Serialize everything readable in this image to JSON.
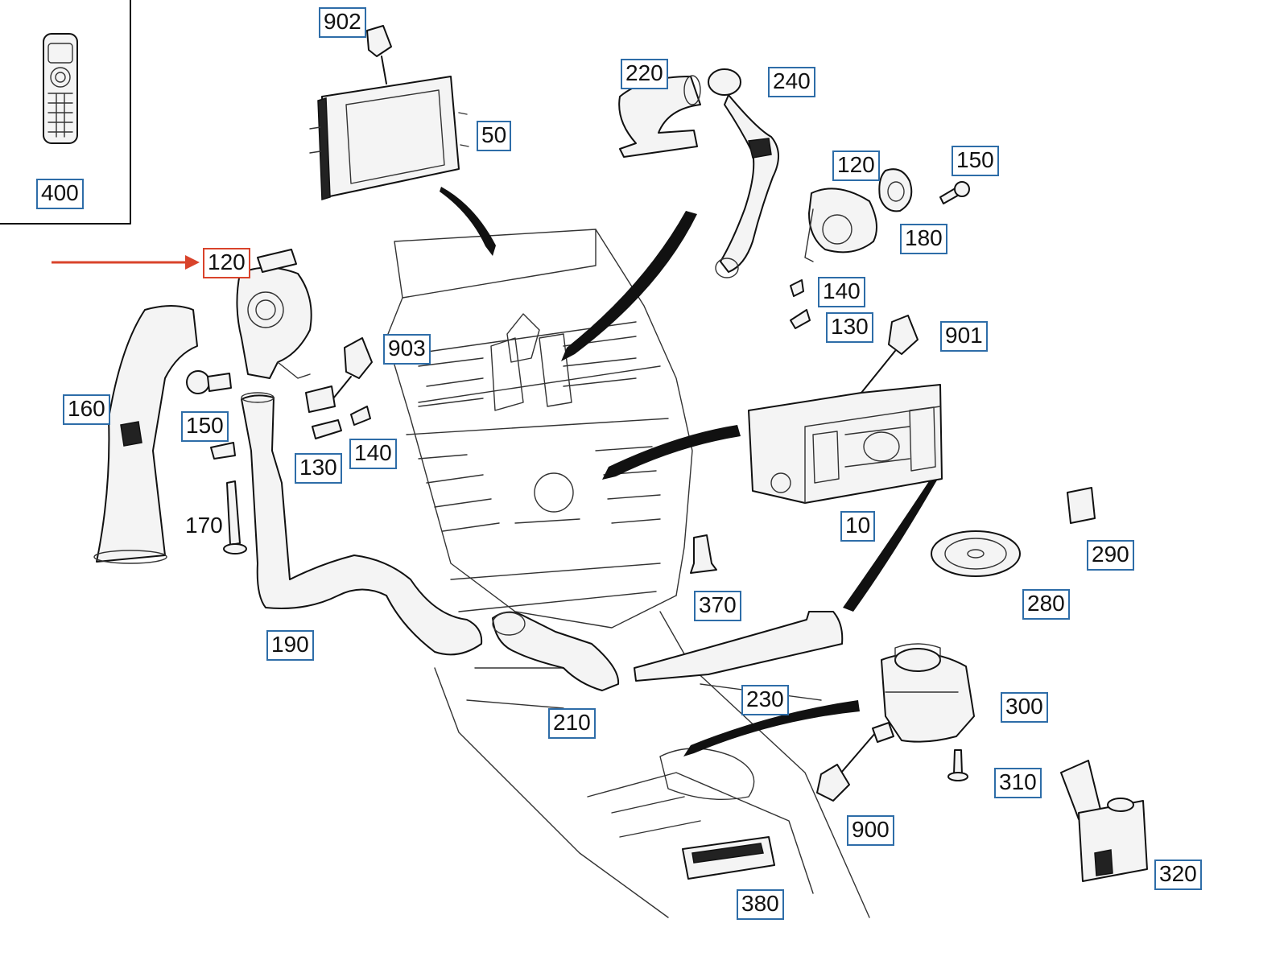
{
  "diagram": {
    "highlight_color": "#d9432b",
    "callout_border_color": "#2e6da8",
    "highlighted_part": "120",
    "callouts": [
      {
        "id": "c-902",
        "label": "902"
      },
      {
        "id": "c-50",
        "label": "50"
      },
      {
        "id": "c-400",
        "label": "400"
      },
      {
        "id": "c-220",
        "label": "220"
      },
      {
        "id": "c-240",
        "label": "240"
      },
      {
        "id": "c-120-right",
        "label": "120"
      },
      {
        "id": "c-150-right",
        "label": "150"
      },
      {
        "id": "c-180",
        "label": "180"
      },
      {
        "id": "c-140-right",
        "label": "140"
      },
      {
        "id": "c-130-right",
        "label": "130"
      },
      {
        "id": "c-901",
        "label": "901"
      },
      {
        "id": "c-120-left",
        "label": "120",
        "highlighted": true
      },
      {
        "id": "c-903",
        "label": "903"
      },
      {
        "id": "c-160",
        "label": "160"
      },
      {
        "id": "c-150-left",
        "label": "150"
      },
      {
        "id": "c-130-left",
        "label": "130"
      },
      {
        "id": "c-140-left",
        "label": "140"
      },
      {
        "id": "c-170",
        "label": "170"
      },
      {
        "id": "c-10",
        "label": "10"
      },
      {
        "id": "c-290",
        "label": "290"
      },
      {
        "id": "c-280",
        "label": "280"
      },
      {
        "id": "c-370",
        "label": "370"
      },
      {
        "id": "c-190",
        "label": "190"
      },
      {
        "id": "c-210",
        "label": "210"
      },
      {
        "id": "c-230",
        "label": "230"
      },
      {
        "id": "c-300",
        "label": "300"
      },
      {
        "id": "c-310",
        "label": "310"
      },
      {
        "id": "c-900",
        "label": "900"
      },
      {
        "id": "c-320",
        "label": "320"
      },
      {
        "id": "c-380",
        "label": "380"
      }
    ]
  }
}
